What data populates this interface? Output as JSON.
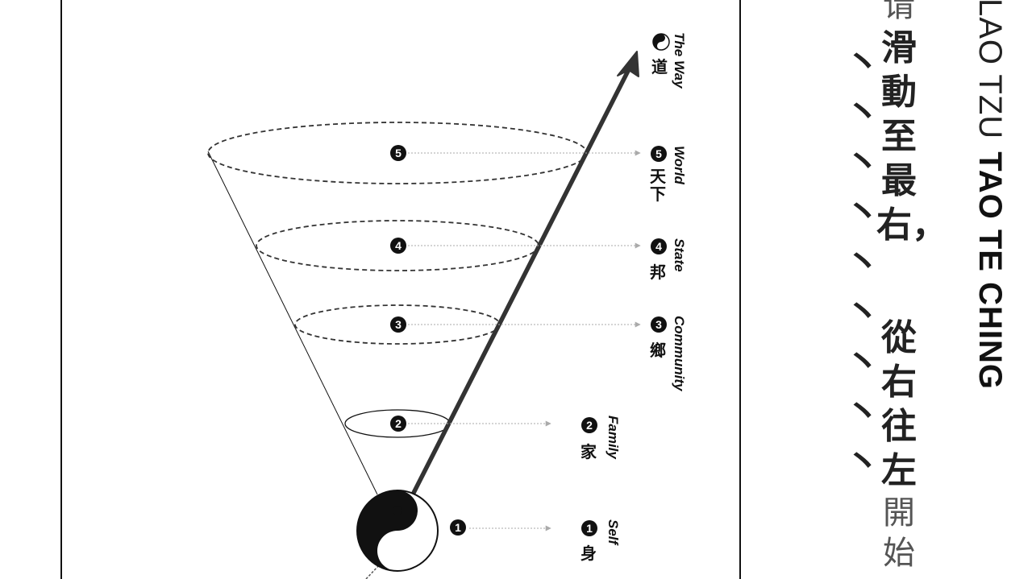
{
  "levels": [
    {
      "num": "1",
      "english": "Self",
      "chinese": "身"
    },
    {
      "num": "2",
      "english": "Family",
      "chinese": "家"
    },
    {
      "num": "3",
      "english": "Community",
      "chinese": "鄉"
    },
    {
      "num": "4",
      "english": "State",
      "chinese": "邦"
    },
    {
      "num": "5",
      "english": "World",
      "chinese": "天下"
    }
  ],
  "the_way": {
    "english": "The Way",
    "chinese": "道"
  },
  "title": {
    "author": "LAO TZU",
    "book": "TAO TE CHING"
  },
  "instruction": {
    "column_right": {
      "top": "请",
      "bold": "滑動至最右，"
    },
    "column_left": {
      "bold": "從右往左",
      "bottom": "開始"
    },
    "strokes": "丶丶丶丶丶丶丶丶丶"
  },
  "colors": {
    "ink": "#111111",
    "guide_arrow": "#aaaaaa",
    "background": "#ffffff"
  }
}
